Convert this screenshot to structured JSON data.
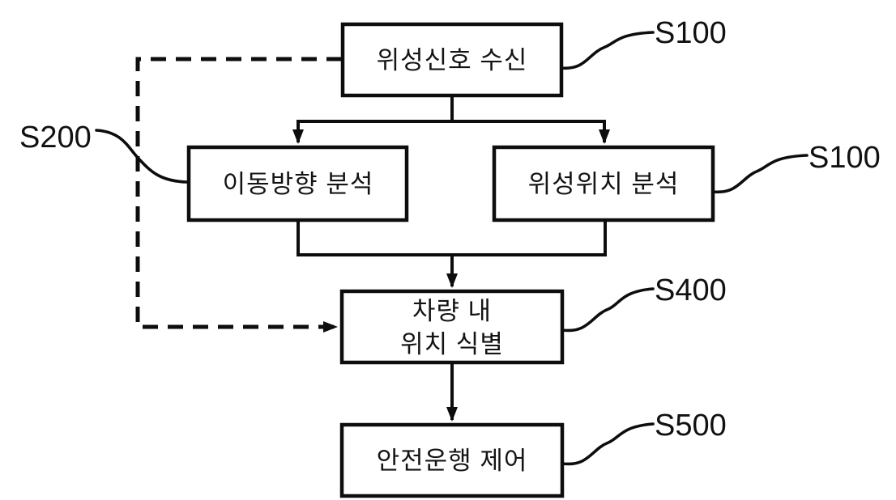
{
  "diagram": {
    "background_color": "#ffffff",
    "line_color": "#0d0d0d",
    "nodes": {
      "receive_signal": {
        "label": "위성신호 수신",
        "step_label": "S100"
      },
      "movement_direction": {
        "label": "이동방향 분석",
        "step_label": "S200"
      },
      "satellite_position": {
        "label": "위성위치 분석",
        "step_label": "S100"
      },
      "in_vehicle_position": {
        "label_line1": "차량 내",
        "label_line2": "위치 식별",
        "step_label": "S400"
      },
      "safe_operation": {
        "label": "안전운행 제어",
        "step_label": "S500"
      }
    }
  }
}
